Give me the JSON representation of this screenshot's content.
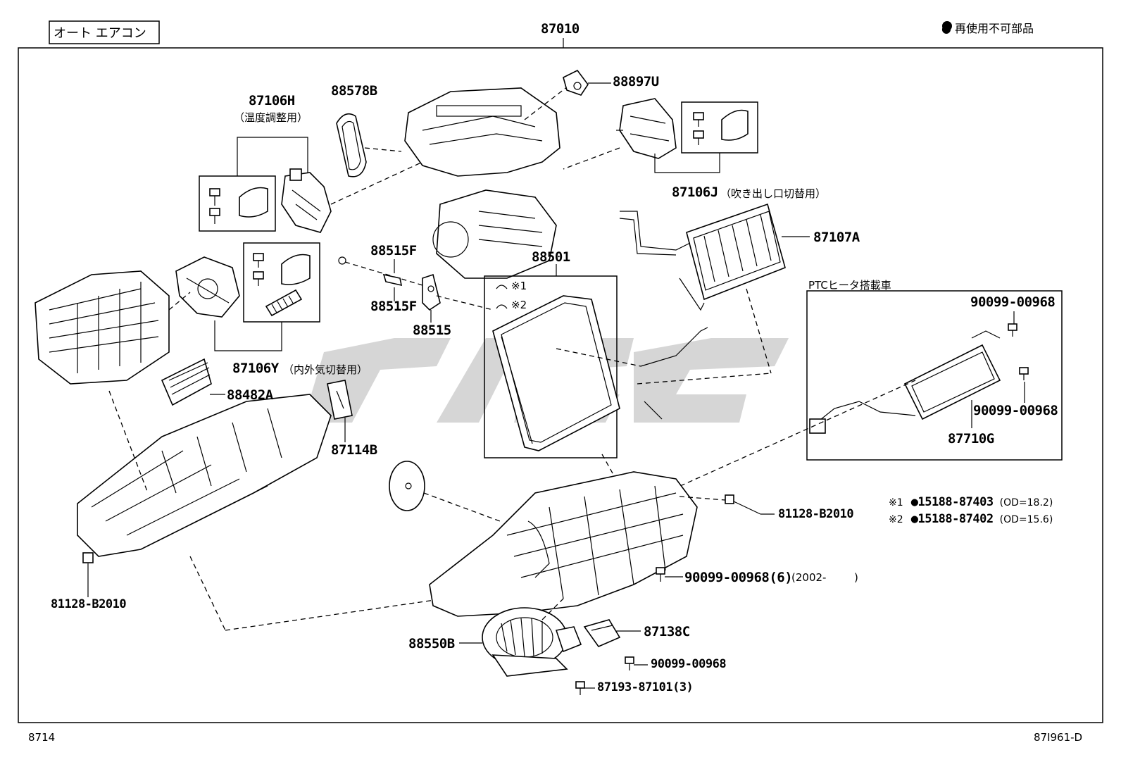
{
  "header": {
    "model_tag": "オート エアコン",
    "assembly_number": "87010",
    "legend": "● 再使用不可部品"
  },
  "parts": {
    "p87106H": "87106H",
    "p87106H_note": "（温度調整用）",
    "p88578B": "88578B",
    "p88897U": "88897U",
    "p87106J": "87106J",
    "p87106J_note": "（吹き出し口切替用）",
    "p87107A": "87107A",
    "p88515F_a": "88515F",
    "p88515F_b": "88515F",
    "p88515": "88515",
    "p88501": "88501",
    "mark1": "※1",
    "mark2": "※2",
    "p87106Y": "87106Y",
    "p87106Y_note": "（内外気切替用）",
    "p88482A": "88482A",
    "p87114B": "87114B",
    "ptc_box_title": "PTCヒータ搭載車",
    "p90099_a": "90099-00968",
    "p90099_b": "90099-00968",
    "p87710G": "87710G",
    "p81128_right": "81128-B2010",
    "p81128_left": "81128-B2010",
    "p90099_6": "90099-00968(6)",
    "p90099_6_date": "(2002-",
    "p90099_6_close": ")",
    "p87138C": "87138C",
    "p88550B": "88550B",
    "p90099_c": "90099-00968",
    "p87193": "87193-87101(3)"
  },
  "notes": [
    {
      "mark": "※1",
      "part": "●15188-87403",
      "spec": "(OD=18.2)"
    },
    {
      "mark": "※2",
      "part": "●15188-87402",
      "spec": "(OD=15.6)"
    }
  ],
  "footer": {
    "page_code": "8714",
    "figure_id": "87I961-D"
  }
}
